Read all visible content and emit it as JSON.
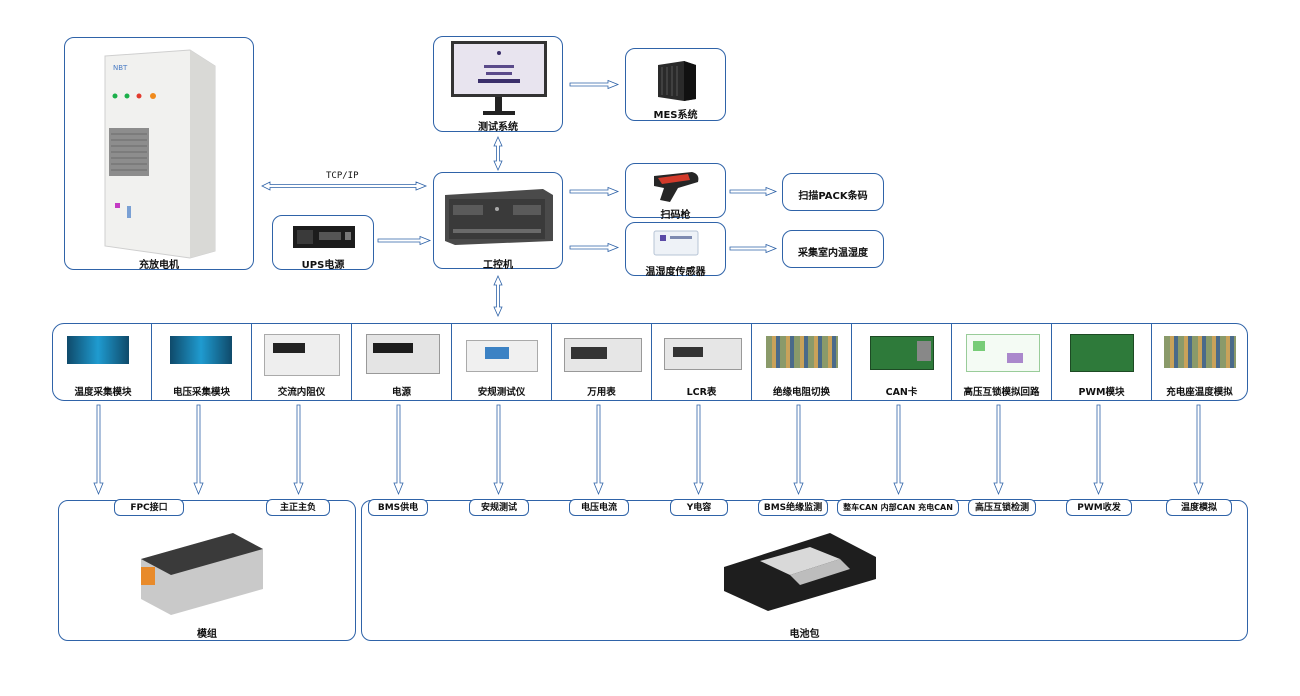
{
  "nodes": {
    "charger": "充放电机",
    "test_system": "测试系统",
    "mes": "MES系统",
    "ipc": "工控机",
    "ups": "UPS电源",
    "scanner": "扫码枪",
    "scan_result": "扫描PACK条码",
    "sensor": "温湿度传感器",
    "sensor_result": "采集室内温湿度"
  },
  "link_label": "TCP/IP",
  "instruments": [
    "温度采集模块",
    "电压采集模块",
    "交流内阻仪",
    "电源",
    "安规测试仪",
    "万用表",
    "LCR表",
    "绝缘电阻切换",
    "CAN卡",
    "高压互锁模拟回路",
    "PWM模块",
    "充电座温度模拟"
  ],
  "module": {
    "title": "模组",
    "tags": [
      "FPC接口",
      "主正主负"
    ]
  },
  "pack": {
    "title": "电池包",
    "tags": [
      "BMS供电",
      "安规测试",
      "电压电流",
      "Y电容",
      "BMS绝缘监测",
      "整车CAN  内部CAN  充电CAN",
      "高压互锁检测",
      "PWM收发",
      "温度模拟"
    ]
  },
  "colors": {
    "border": "#2f63a8"
  }
}
